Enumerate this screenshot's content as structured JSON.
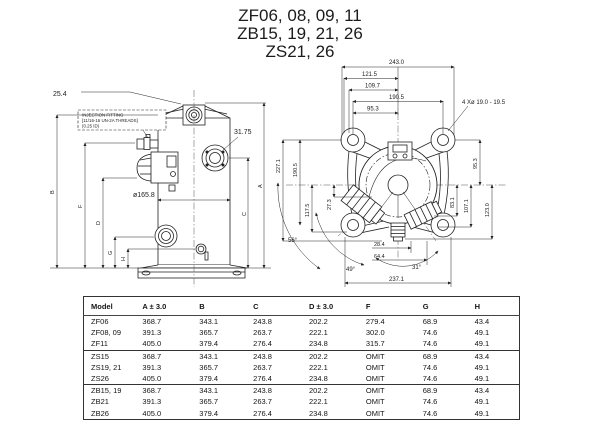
{
  "title": {
    "line1": "ZF06, 08, 09, 11",
    "line2": "ZB15, 19, 21, 26",
    "line3": "ZS21, 26"
  },
  "side_view": {
    "dim_top_fitting": "25.4",
    "injection_note_l1": "INJECTION FITTING",
    "injection_note_l2": "[11/16-16 UN-2A THREADS]",
    "injection_note_l3": "(0.25 ID)",
    "dim_sight_glass": "31.75",
    "dim_shell_diameter": "ø165.8",
    "letter_a": "A",
    "letter_b": "B",
    "letter_c": "C",
    "letter_d": "D",
    "letter_f": "F",
    "letter_g": "G",
    "letter_h": "H"
  },
  "top_view": {
    "dim_overall_width": "243.0",
    "dim_121_5": "121.5",
    "dim_109_7": "109.7",
    "dim_bolt_span_h": "190.5",
    "dim_95_3_h": "95.3",
    "bolt_hole_note": "4 Xø 19.0 - 19.5",
    "dim_227_1": "227.1",
    "dim_bolt_span_v": "190.5",
    "dim_117_5": "117.5",
    "dim_27_3": "27.3",
    "dim_95_3_v": "95.3",
    "dim_83_1": "83.1",
    "dim_107_1": "107.1",
    "dim_123_0": "123.0",
    "dim_28_4": "28.4",
    "dim_64_4": "64.4",
    "dim_bottom_width": "237.1",
    "angle_56": "56°",
    "angle_49": "49°",
    "angle_31": "31°"
  },
  "table": {
    "headers": [
      "Model",
      "A ± 3.0",
      "B",
      "C",
      "D ± 3.0",
      "F",
      "G",
      "H"
    ],
    "rows": [
      [
        "ZF06",
        "368.7",
        "343.1",
        "243.8",
        "202.2",
        "279.4",
        "68.9",
        "43.4"
      ],
      [
        "ZF08, 09",
        "391.3",
        "365.7",
        "263.7",
        "222.1",
        "302.0",
        "74.6",
        "49.1"
      ],
      [
        "ZF11",
        "405.0",
        "379.4",
        "276.4",
        "234.8",
        "315.7",
        "74.6",
        "49.1"
      ],
      [
        "ZS15",
        "368.7",
        "343.1",
        "243.8",
        "202.2",
        "OMIT",
        "68.9",
        "43.4"
      ],
      [
        "ZS19, 21",
        "391.3",
        "365.7",
        "263.7",
        "222.1",
        "OMIT",
        "74.6",
        "49.1"
      ],
      [
        "ZS26",
        "405.0",
        "379.4",
        "276.4",
        "234.8",
        "OMIT",
        "74.6",
        "49.1"
      ],
      [
        "ZB15, 19",
        "368.7",
        "343.1",
        "243.8",
        "202.2",
        "OMIT",
        "68.9",
        "43.4"
      ],
      [
        "ZB21",
        "391.3",
        "365.7",
        "263.7",
        "222.1",
        "OMIT",
        "74.6",
        "49.1"
      ],
      [
        "ZB26",
        "405.0",
        "379.4",
        "276.4",
        "234.8",
        "OMIT",
        "74.6",
        "49.1"
      ]
    ]
  }
}
